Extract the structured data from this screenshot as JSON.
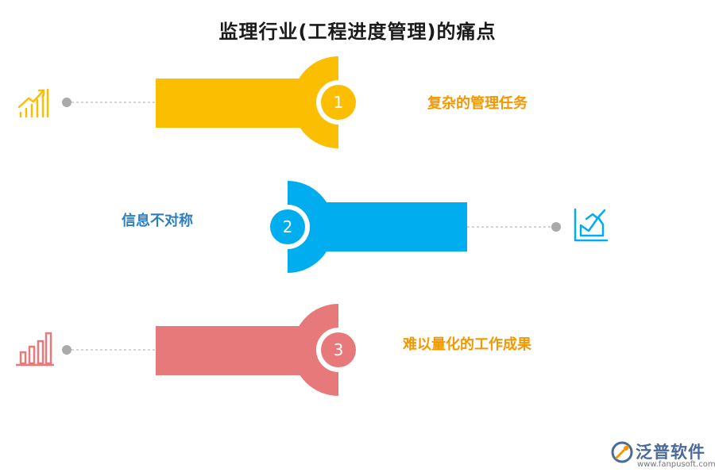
{
  "title": "监理行业(工程进度管理)的痛点",
  "items": [
    {
      "number": "1",
      "label": "复杂的管理任务",
      "color": "#FBBE01",
      "label_color": "#F39800",
      "icon": "rising-bars-icon"
    },
    {
      "number": "2",
      "label": "信息不对称",
      "color": "#00AEEF",
      "label_color": "#2D7FC1",
      "icon": "area-chart-icon"
    },
    {
      "number": "3",
      "label": "难以量化的工作成果",
      "color": "#E8797A",
      "label_color": "#F39800",
      "icon": "bar-chart-icon"
    }
  ],
  "connector_color": "#AAAAAA",
  "brand": {
    "name": "泛普软件",
    "url": "www.fanpusoft.com",
    "logo": "fanpu-logo-icon"
  }
}
